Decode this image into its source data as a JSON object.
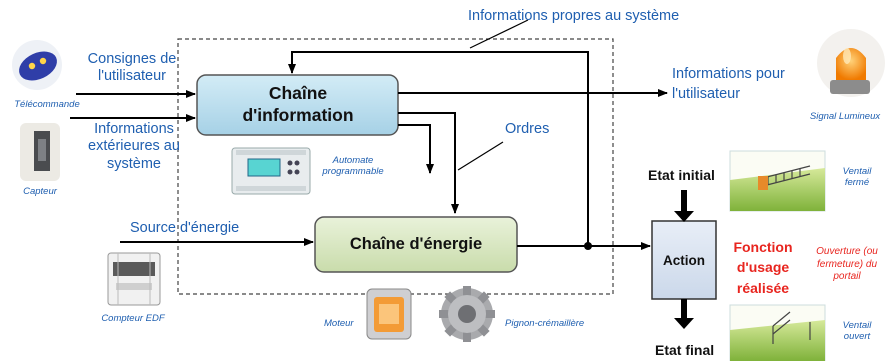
{
  "diagram": {
    "feedback_label": "Informations propres au système",
    "consignes_label": "Consignes de l'utilisateur",
    "infos_ext_label": "Informations extérieures au système",
    "info_chain_label": "Chaîne d'information",
    "info_pour_label": "Informations pour l'utilisateur",
    "ordres_label": "Ordres",
    "source_label": "Source d'énergie",
    "energy_chain_label": "Chaîne d'énergie",
    "action_label": "Action",
    "etat_initial_label": "Etat initial",
    "etat_final_label": "Etat final",
    "fonction_label": "Fonction d'usage réalisée",
    "captions": {
      "telecommande": "Télécommande",
      "capteur": "Capteur",
      "compteur": "Compteur EDF",
      "automate": "Automate programmable",
      "moteur": "Moteur",
      "pignon": "Pignon-crémaillère",
      "signal": "Signal Lumineux",
      "ventail_ferme": "Ventail fermé",
      "ouverture": "Ouverture (ou fermeture) du portail",
      "ventail_ouvert": "Ventail ouvert"
    },
    "colors": {
      "info_fill": "#b8dceb",
      "energy_fill": "#d9e7c3",
      "action_fill": "#dbe5f1",
      "label_blue": "#1f5fb0",
      "highlight_red": "#e8251f"
    },
    "icons": [
      "remote-control-icon",
      "sensor-icon",
      "energy-meter-icon",
      "plc-icon",
      "motor-icon",
      "gear-icon",
      "beacon-light-icon",
      "gate-closed-icon",
      "gate-open-icon"
    ]
  }
}
